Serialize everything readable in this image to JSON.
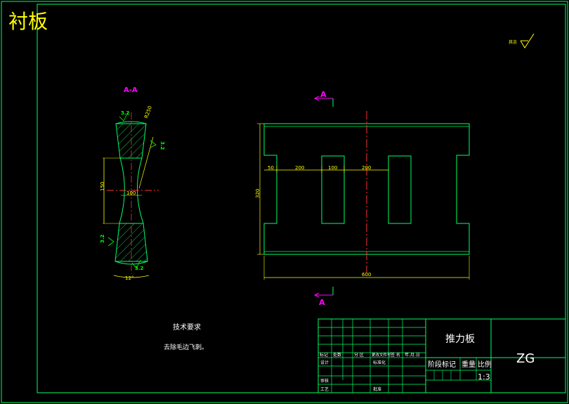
{
  "drawing": {
    "title": "衬板",
    "roughness_symbol_label": "其余",
    "section_view": {
      "label": "A-A",
      "dim_r": "R250",
      "dim_top_roughness": "3.2",
      "dim_upper_right_roughness": "3.2",
      "dim_lower_left_roughness": "3.2",
      "dim_bottom_roughness": "3.2",
      "dim_height": "150",
      "dim_inner_width": "100",
      "dim_angle": "12°"
    },
    "main_view": {
      "section_mark_top": "A",
      "section_mark_bottom": "A",
      "dim_50": "50",
      "dim_200_left": "200",
      "dim_100": "100",
      "dim_200_right": "200",
      "dim_vertical": "320",
      "dim_total": "600"
    },
    "notes": {
      "heading": "技术要求",
      "line1": "去除毛边飞刺。"
    },
    "title_block": {
      "part_name": "推力板",
      "material": "ZG",
      "col_mark": "标记",
      "col_count": "处数",
      "col_zone": "分 区",
      "col_docno": "更改文件号",
      "col_sign": "签 名",
      "col_date": "年.月.日",
      "row_design": "设计",
      "row_standard": "标准化",
      "row_review": "审核",
      "row_process": "工艺",
      "row_approve": "批准",
      "stage_mark": "阶段标记",
      "weight": "重量",
      "scale_label": "比例",
      "scale_value": "1:3"
    }
  }
}
